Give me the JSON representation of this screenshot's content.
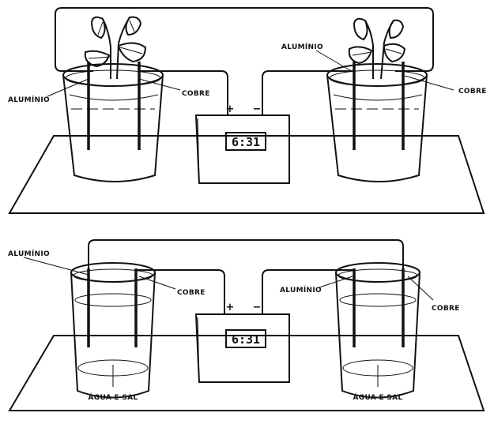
{
  "diagrams": [
    {
      "id": "potato-battery-plants",
      "left_cup": {
        "aluminum_label": "ALUMÍNIO",
        "copper_label": "COBRE"
      },
      "right_cup": {
        "aluminum_label": "ALUMÍNIO",
        "copper_label": "COBRE"
      },
      "clock": {
        "display": "6:31",
        "plus": "+",
        "minus": "−"
      }
    },
    {
      "id": "saltwater-battery",
      "left_cup": {
        "aluminum_label": "ALUMÍNIO",
        "copper_label": "COBRE",
        "liquid_label": "ÁGUA E SAL"
      },
      "right_cup": {
        "aluminum_label": "ALUMÍNIO",
        "copper_label": "COBRE",
        "liquid_label": "ÁGUA E SAL"
      },
      "clock": {
        "display": "6:31",
        "plus": "+",
        "minus": "−"
      }
    }
  ]
}
